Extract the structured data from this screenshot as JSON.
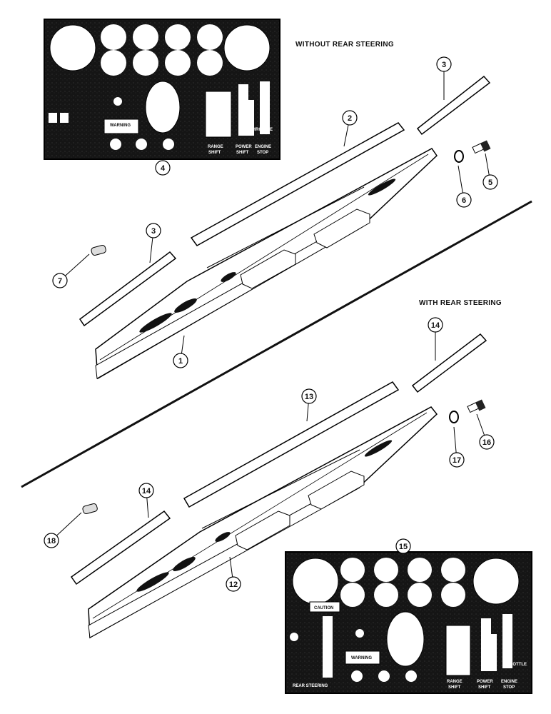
{
  "headings": {
    "without": "WITHOUT REAR STEERING",
    "with": "WITH REAR STEERING"
  },
  "panel_top": {
    "warning": "WARNING",
    "range_shift": "RANGE\nSHIFT",
    "power_shift": "POWER\nSHIFT",
    "engine_stop": "ENGINE\nSTOP",
    "throttle": "THROTTLE"
  },
  "panel_bottom": {
    "caution": "CAUTION",
    "warning": "WARNING",
    "rear_steering": "REAR STEERING",
    "range_shift": "RANGE\nSHIFT",
    "power_shift": "POWER\nSHIFT",
    "engine_stop": "ENGINE\nSTOP",
    "throttle": "THROTTLE"
  },
  "callouts": [
    "1",
    "2",
    "3",
    "3",
    "4",
    "5",
    "6",
    "7",
    "12",
    "13",
    "14",
    "14",
    "15",
    "16",
    "17",
    "18"
  ]
}
